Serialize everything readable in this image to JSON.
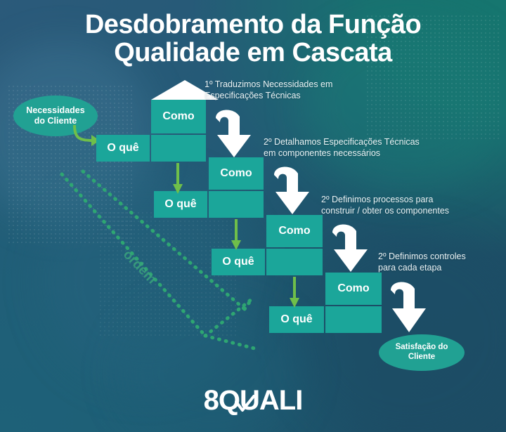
{
  "title": {
    "line1": "Desdobramento da Função",
    "line2": "Qualidade em Cascata"
  },
  "colors": {
    "teal_block": "#1ba69a",
    "ellipse": "#21a193",
    "green_arrow": "#6fbf4a",
    "white": "#ffffff",
    "dotted_green": "#2faa72",
    "bg_top_left": "#2b5a7a",
    "bg_top_right": "#16766f",
    "bg_bottom_left": "#1e6178",
    "bg_bottom_right": "#1d4c64"
  },
  "start_badge": {
    "line1": "Necessidades",
    "line2": "do Cliente"
  },
  "end_badge": {
    "line1": "Satisfação do",
    "line2": "Cliente"
  },
  "labels": {
    "como": "Como",
    "o_que": "O quê"
  },
  "steps": [
    {
      "como": "Como",
      "o_que": "O quê"
    },
    {
      "como": "Como",
      "o_que": "O quê"
    },
    {
      "como": "Como",
      "o_que": "O quê"
    },
    {
      "como": "Como",
      "o_que": "O quê"
    }
  ],
  "notes": [
    {
      "line1": "1º Traduzimos Necessidades em",
      "line2": "Especificações Técnicas"
    },
    {
      "line1": "2º Detalhamos Especificações Técnicas",
      "line2": "em componentes necessários"
    },
    {
      "line1": "2º Definimos processos para",
      "line2": "construir / obter os componentes"
    },
    {
      "line1": "2º Definimos controles",
      "line2": "para cada etapa"
    }
  ],
  "ordem_label": "ordem",
  "logo": {
    "prefix": "8",
    "q": "Q",
    "suffix": "UALI"
  }
}
